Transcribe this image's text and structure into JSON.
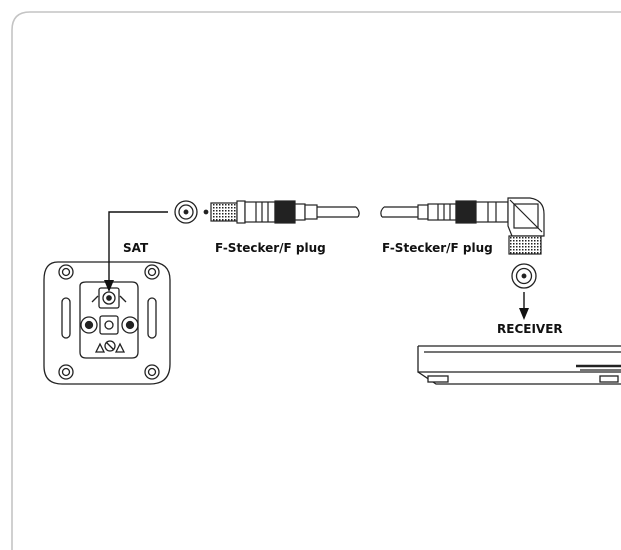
{
  "labels": {
    "sat": "SAT",
    "plug_left": "F-Stecker/F plug",
    "plug_right": "F-Stecker/F plug",
    "receiver": "RECEIVER"
  },
  "colors": {
    "line": "#111111",
    "frame": "#c4c4c4",
    "plug_dark": "#222222"
  }
}
